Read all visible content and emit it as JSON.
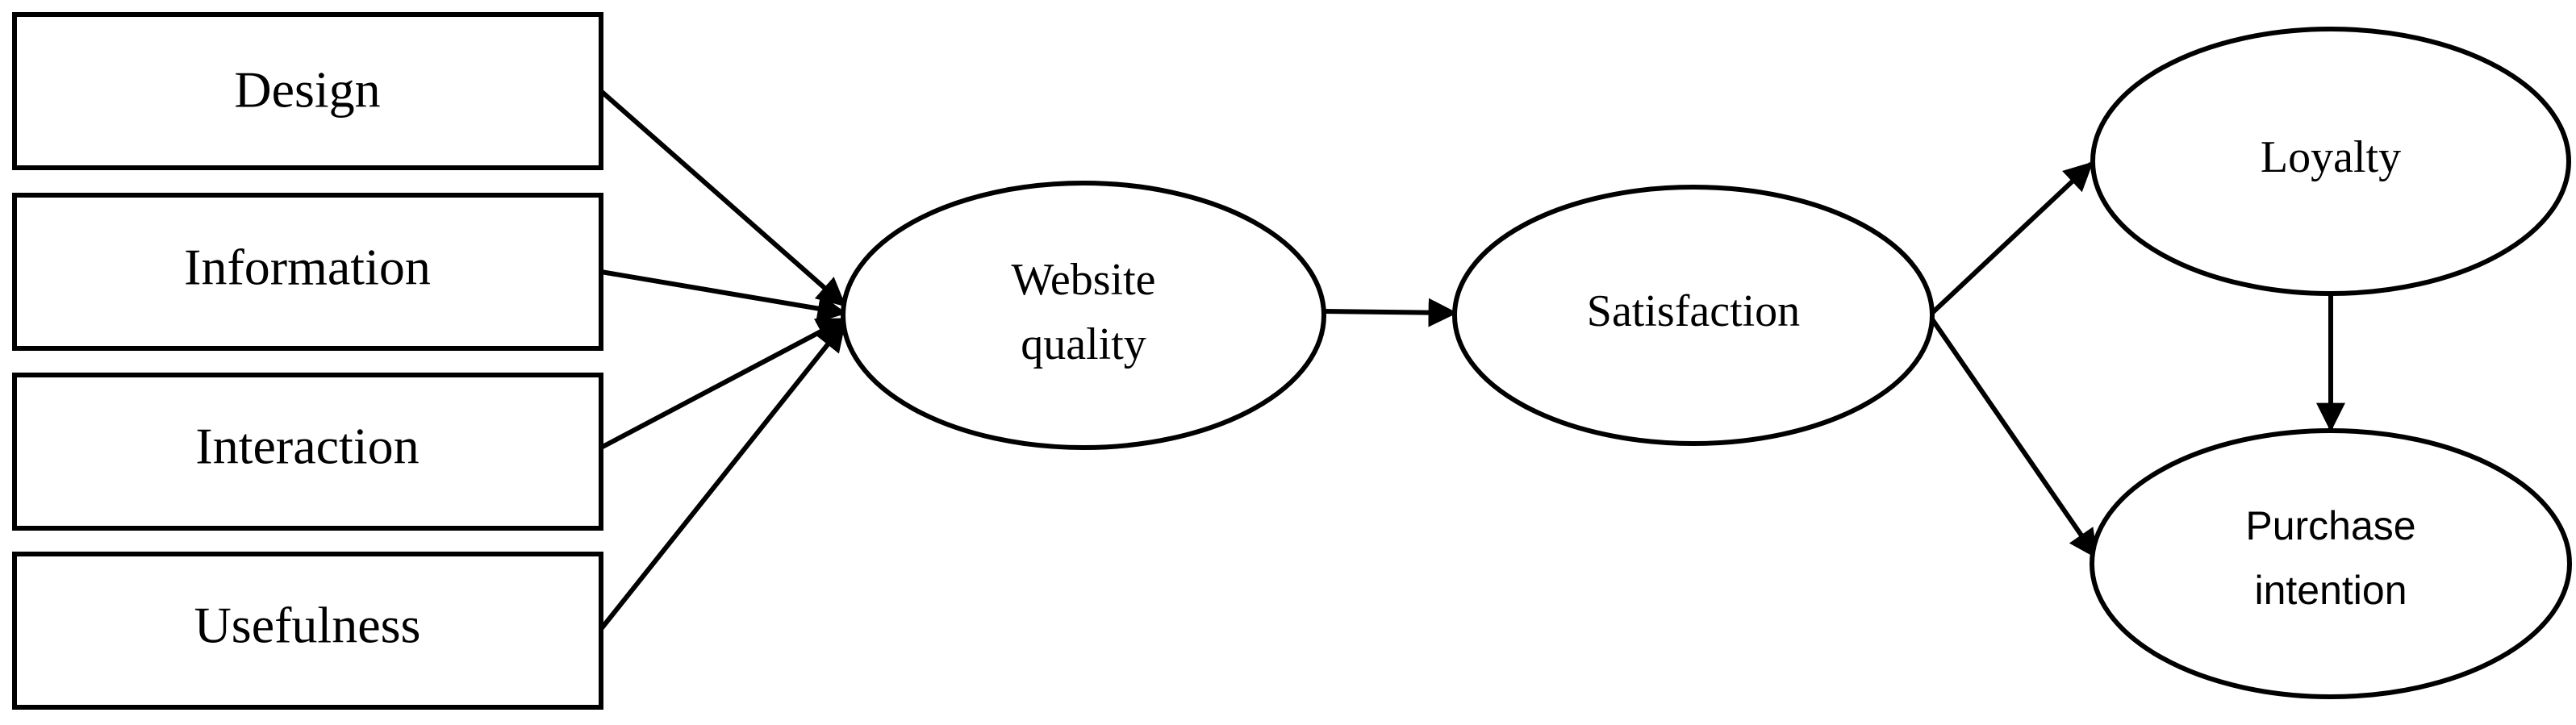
{
  "diagram": {
    "boxes": [
      {
        "id": "design",
        "label": "Design"
      },
      {
        "id": "information",
        "label": "Information"
      },
      {
        "id": "interaction",
        "label": "Interaction"
      },
      {
        "id": "usefulness",
        "label": "Usefulness"
      }
    ],
    "website_quality": {
      "line1": "Website",
      "line2": "quality"
    },
    "satisfaction": {
      "label": "Satisfaction"
    },
    "loyalty": {
      "label": "Loyalty"
    },
    "purchase_intention": {
      "line1": "Purchase",
      "line2": "intention"
    },
    "colors": {
      "stroke": "#000000",
      "fill": "#ffffff",
      "text": "#000000"
    }
  }
}
